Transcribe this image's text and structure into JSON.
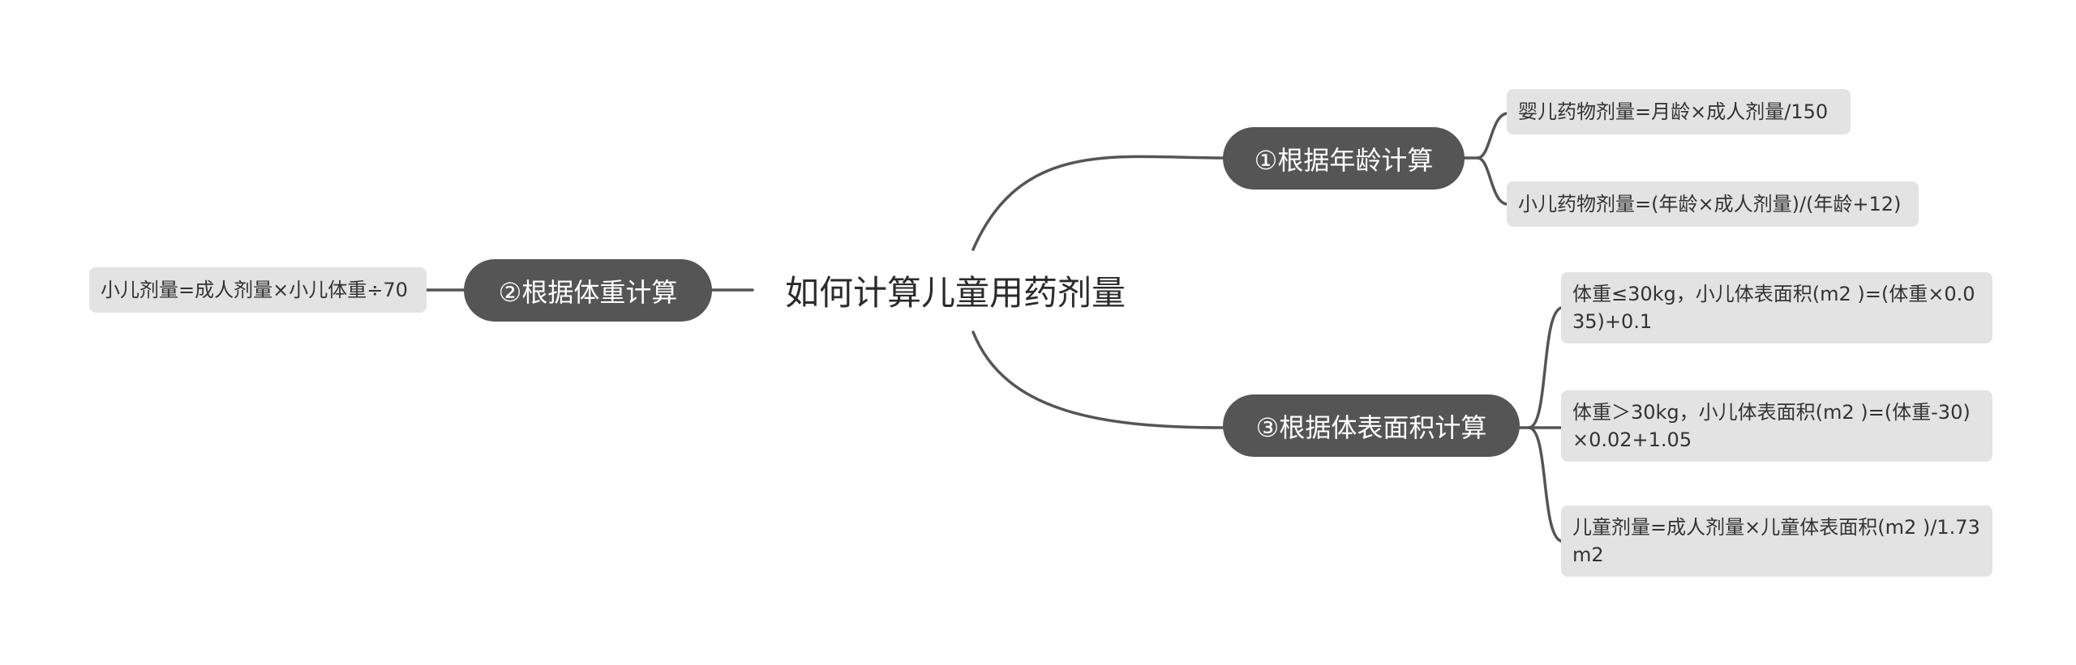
{
  "root": {
    "title": "如何计算儿童用药剂量"
  },
  "branches": [
    {
      "label": "①根据年龄计算",
      "leaves": [
        "婴儿药物剂量=月龄×成人剂量/150",
        "小儿药物剂量=(年龄×成人剂量)/(年龄+12)"
      ]
    },
    {
      "label": "②根据体重计算",
      "leaves": [
        "小儿剂量=成人剂量×小儿体重÷70"
      ]
    },
    {
      "label": "③根据体表面积计算",
      "leaves": [
        "体重≤30kg，小儿体表面积(m2 )=(体重×0.035)+0.1",
        "体重＞30kg，小儿体表面积(m2 )=(体重-30)×0.02+1.05",
        "儿童剂量=成人剂量×儿童体表面积(m2 )/1.73m2"
      ]
    }
  ],
  "colors": {
    "branch_fill": "#555555",
    "branch_text": "#ffffff",
    "leaf_fill": "#e3e3e3",
    "leaf_text": "#333333",
    "connector": "#555555",
    "root_text": "#2b2b2b"
  }
}
